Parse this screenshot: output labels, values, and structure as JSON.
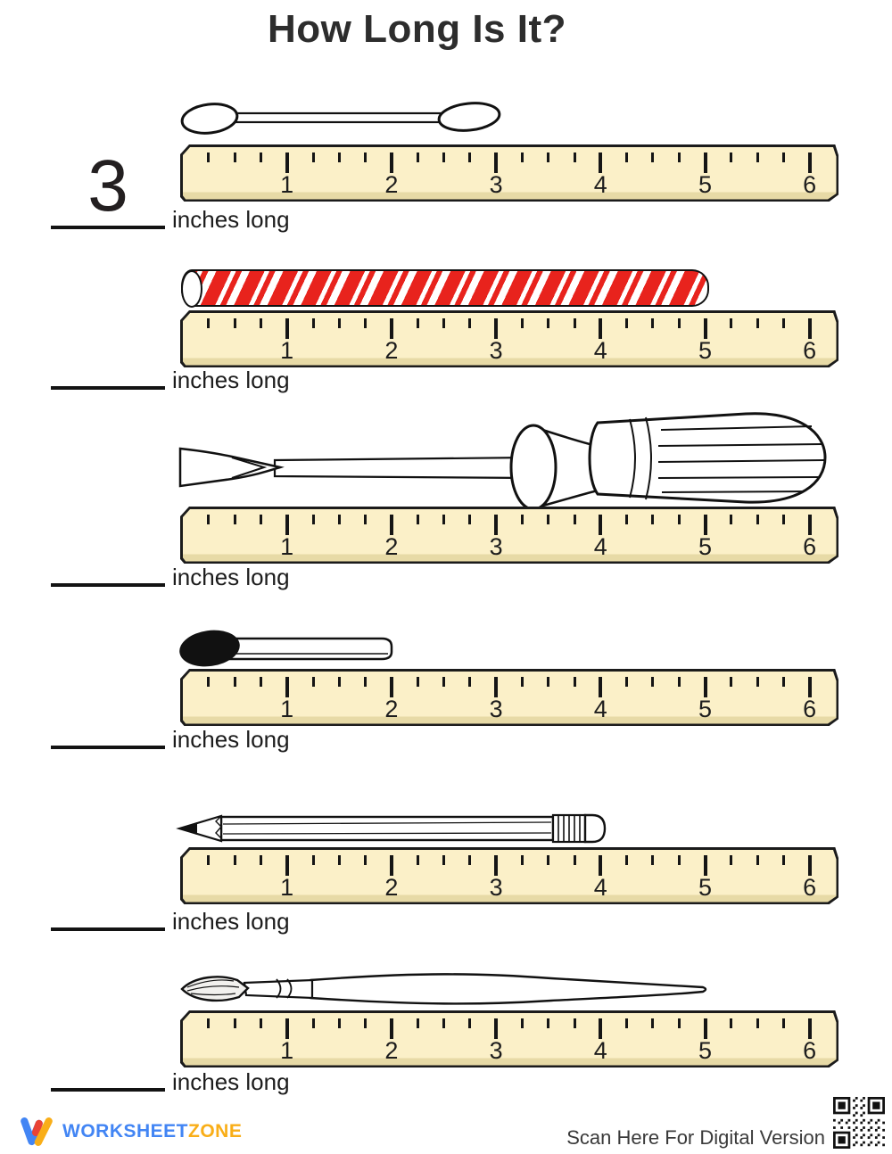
{
  "page": {
    "title": "How Long Is It?"
  },
  "ruler": {
    "unit_labels": [
      "1",
      "2",
      "3",
      "4",
      "5",
      "6"
    ],
    "face_color": "#fbf0c8",
    "shadow_color": "#e7daa6",
    "border_color": "#1b1b1b"
  },
  "rows": [
    {
      "object": "cotton-swab",
      "length_inches": 3,
      "answer": "3",
      "label": "inches long"
    },
    {
      "object": "candy-stick",
      "length_inches": 5,
      "answer": "",
      "label": "inches long"
    },
    {
      "object": "screwdriver",
      "length_inches": 6,
      "answer": "",
      "label": "inches long"
    },
    {
      "object": "match",
      "length_inches": 2,
      "answer": "",
      "label": "inches long"
    },
    {
      "object": "pencil",
      "length_inches": 4,
      "answer": "",
      "label": "inches long"
    },
    {
      "object": "paintbrush",
      "length_inches": 5,
      "answer": "",
      "label": "inches long"
    }
  ],
  "colors": {
    "candy_red": "#e8231d",
    "brand_blue": "#4285f4",
    "brand_yellow": "#f9ae18",
    "brand_red": "#ea4335"
  },
  "footer": {
    "logo_text_1": "WORKSHEET",
    "logo_text_2": "ZONE",
    "scan_text": "Scan Here For Digital Version"
  }
}
